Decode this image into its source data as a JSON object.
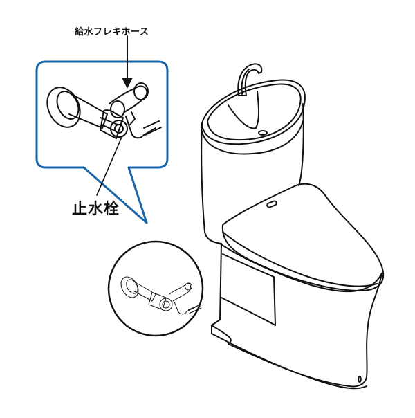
{
  "labels": {
    "supply_hose": "給水フレキホース",
    "stop_valve": "止水栓"
  },
  "colors": {
    "callout_border": "#1a64a8",
    "line": "#111111",
    "background": "#ffffff"
  },
  "figure": {
    "subject": "toilet with tank-top hand wash basin",
    "callout_zoom_target": "stop valve with supply flexible hose",
    "magnifier_circle": "stop valve location"
  }
}
